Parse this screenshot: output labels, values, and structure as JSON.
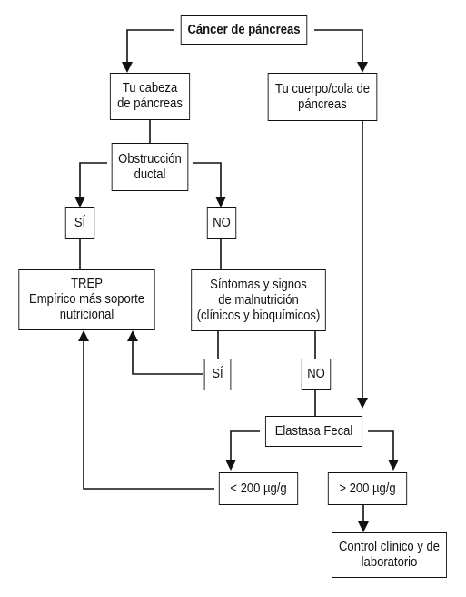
{
  "diagram": {
    "nodes": {
      "root": "Cáncer de páncreas",
      "head": "Tu cabeza\nde páncreas",
      "body_tail": "Tu cuerpo/cola de\npáncreas",
      "obstruction": "Obstrucción\nductal",
      "yes_left": "SÍ",
      "no_left": "NO",
      "trep": "TREP\nEmpírico más soporte\nnutricional",
      "symptoms": "Síntomas y signos\nde malnutrición\n(clínicos y bioquímicos)",
      "yes_mid": "SÍ",
      "no_mid": "NO",
      "elastase": "Elastasa Fecal",
      "lt200": "< 200 µg/g",
      "gt200": "> 200 µg/g",
      "control": "Control clínico y de\nlaboratorio"
    }
  }
}
